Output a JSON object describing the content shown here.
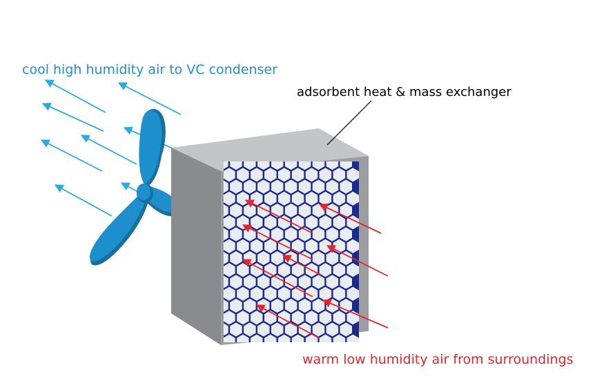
{
  "labels": {
    "cool_air": "cool high humidity air to VC condenser",
    "exchanger": "adsorbent heat & mass exchanger",
    "warm_air": "warm low humidity air from surroundings"
  },
  "colors": {
    "cool": "#1e90d6",
    "warm": "#e8232a",
    "arrow_blue": "#29abe2",
    "fan": "#1d8fcc",
    "fan_dark": "#176f9f",
    "box_front": "#9c9da0",
    "box_side": "#8a8b8e",
    "box_top": "#c4c5c8",
    "honeycomb_bg": "#1c2a8c",
    "cell": "#e9ecf0",
    "leader": "#000000"
  },
  "icons": [
    "fan-icon",
    "blue-arrow-icon",
    "red-arrow-icon"
  ]
}
